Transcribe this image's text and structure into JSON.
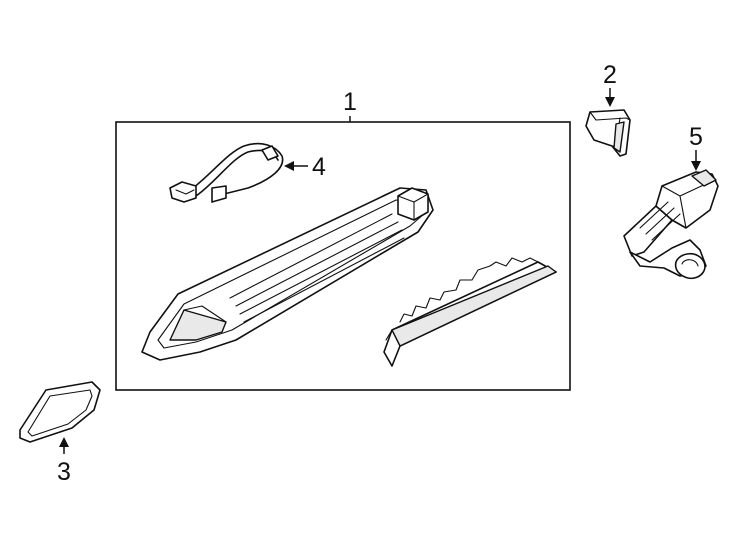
{
  "callouts": [
    {
      "id": "1",
      "label": "1"
    },
    {
      "id": "2",
      "label": "2"
    },
    {
      "id": "3",
      "label": "3"
    },
    {
      "id": "4",
      "label": "4"
    },
    {
      "id": "5",
      "label": "5"
    }
  ],
  "colors": {
    "line": "#111111",
    "background": "#ffffff",
    "shade": "#e9e9e9"
  }
}
